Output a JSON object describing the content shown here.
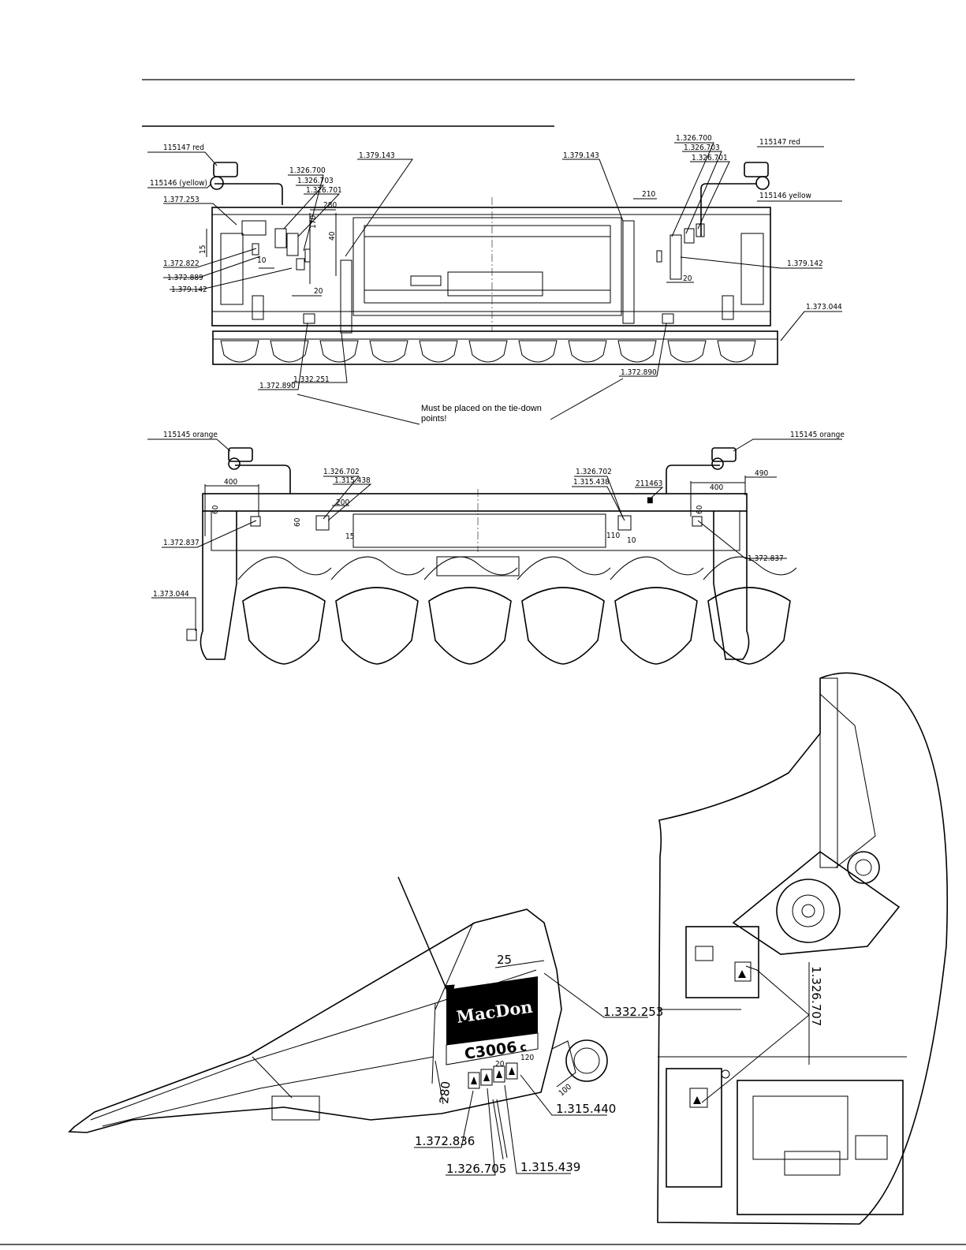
{
  "labels": {
    "top_left_light": "115147  red",
    "top_left_yellow": "115146 (yellow)",
    "top_right_light": "115147 red",
    "top_right_yellow": "115146 yellow",
    "l_1377_253": "1.377.253",
    "l_1326_700a": "1.326.700",
    "l_1326_703a": "1.326.703",
    "l_1326_701a": "1.326.701",
    "l_1379_143a": "1.379.143",
    "l_1379_143b": "1.379.143",
    "l_1326_700b": "1.326.700",
    "l_1326_703b": "1.326.703",
    "l_1326_701b": "1.326.701",
    "l_1372_822": "1.372.822",
    "l_1372_889": "1.372.889",
    "l_1379_142a": "1.379.142",
    "l_1379_142b": "1.379.142",
    "l_1373_044a": "1.373.044",
    "l_1372_890a": "1.372.890",
    "l_1332_251": "1.332.251",
    "l_1372_890b": "1.372.890",
    "note_tiedown": "Must be placed on the tie-down points!",
    "orange_left": "115145 orange",
    "orange_right": "115145 orange",
    "l_1326_702a": "1.326.702",
    "l_1315_438a": "1.315.438",
    "l_1326_702b": "1.326.702",
    "l_1315_438b": "1.315.438",
    "l_211463": "211463",
    "l_1372_837a": "1.372.837",
    "l_1372_837b": "1.372.837",
    "l_1373_044b": "1.373.044",
    "l_1332_253": "1.332.253",
    "l_1315_440": "1.315.440",
    "l_1372_836": "1.372.836",
    "l_1326_705": "1.326.705",
    "l_1315_439": "1.315.439",
    "l_1326_707": "1.326.707",
    "brand": "MacDon",
    "model": "C3006",
    "model_suffix": "c"
  },
  "dimensions": {
    "d280": "280",
    "d210": "210",
    "d170": "170",
    "d40": "40",
    "d10a": "10",
    "d20a": "20",
    "d15": "15",
    "d20b": "20",
    "d400a": "400",
    "d400b": "400",
    "d490": "490",
    "d60a": "60",
    "d60b": "60",
    "d60c": "60",
    "d200": "200",
    "d15b": "15",
    "d10b": "10",
    "d110": "110",
    "d25": "25",
    "d280b": "280",
    "d20c": "20",
    "d120": "120",
    "d100": "100"
  }
}
